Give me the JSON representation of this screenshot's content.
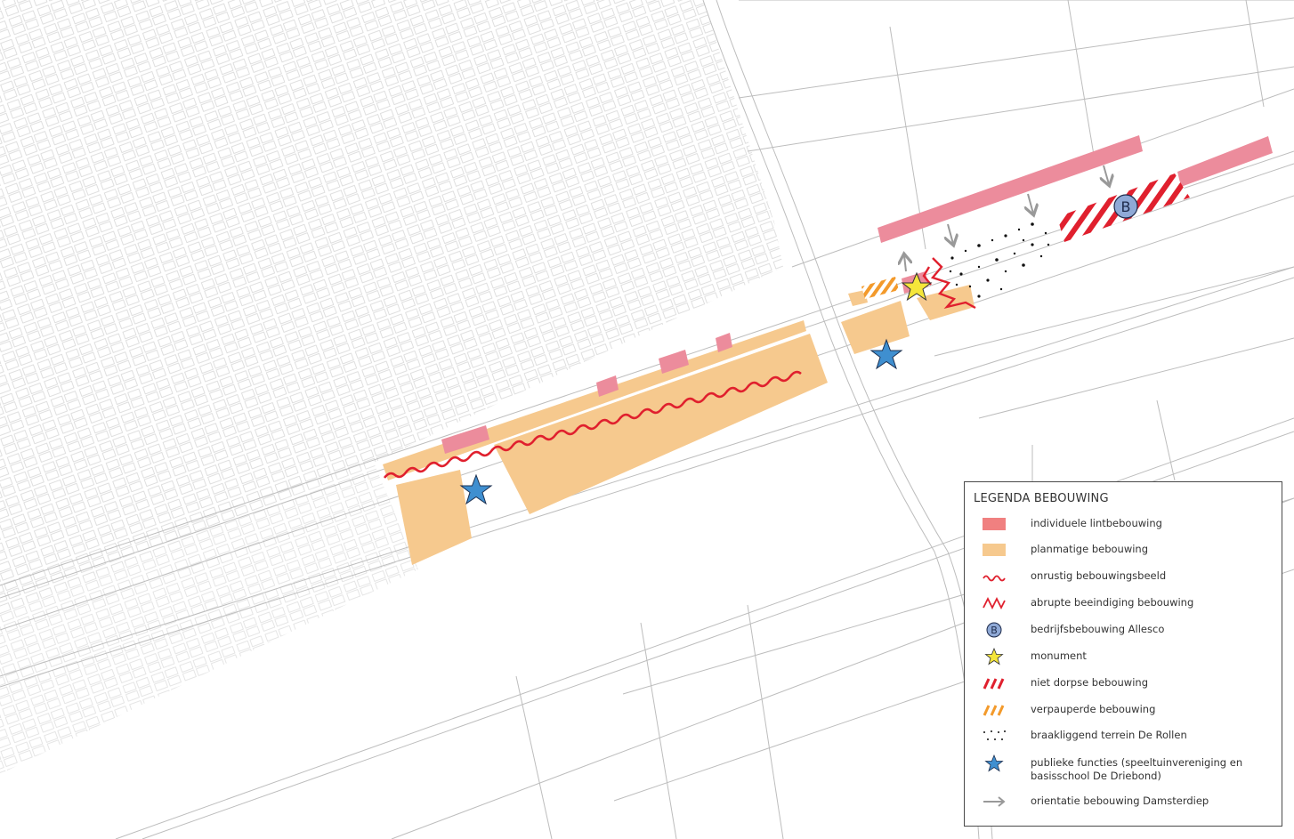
{
  "legend": {
    "title": "LEGENDA BEBOUWING",
    "items": [
      {
        "label": "individuele lintbebouwing",
        "icon": "salmon-swatch-icon"
      },
      {
        "label": "planmatige bebouwing",
        "icon": "peach-swatch-icon"
      },
      {
        "label": "onrustig bebouwingsbeeld",
        "icon": "wavy-line-icon"
      },
      {
        "label": "abrupte beeindiging bebouwing",
        "icon": "zigzag-line-icon"
      },
      {
        "label": "bedrijfsbebouwing Allesco",
        "icon": "b-circle-icon"
      },
      {
        "label": "monument",
        "icon": "yellow-star-icon"
      },
      {
        "label": "niet dorpse bebouwing",
        "icon": "red-hatch-icon"
      },
      {
        "label": "verpauperde bebouwing",
        "icon": "orange-hatch-icon"
      },
      {
        "label": "braakliggend terrein De Rollen",
        "icon": "dot-pattern-icon"
      },
      {
        "label": "publieke functies (speeltuinvereniging en basisschool De Driebond)",
        "icon": "blue-star-icon"
      },
      {
        "label": "orientatie bebouwing Damsterdiep",
        "icon": "gray-arrow-icon"
      }
    ]
  },
  "map": {
    "marker_letter": "B"
  },
  "colors": {
    "lint": "#f08080",
    "lint_map": "#ec8c9c",
    "planmatig": "#f6c98e",
    "red_line": "#e0202e",
    "orange_hatch": "#f39a2b",
    "b_circle": "#8fa9d6",
    "yellow_star": "#f5e63a",
    "blue_star": "#3f8fd0",
    "arrow_gray": "#999999",
    "base_lines": "#c8c8c8"
  }
}
